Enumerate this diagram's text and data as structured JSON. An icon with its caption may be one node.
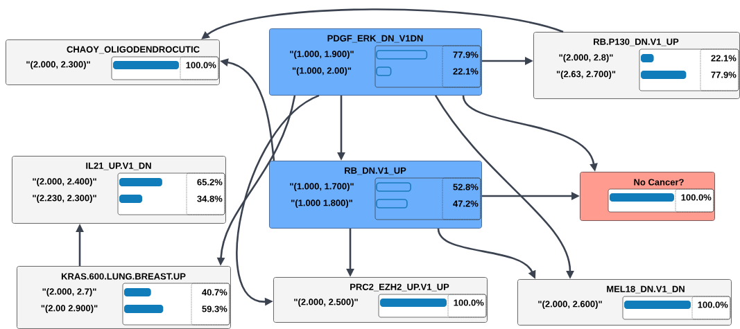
{
  "diagram": {
    "nodes": [
      {
        "text": [
          "CHAOY_OLIGODENDROCUTIC",
          "\"(2.000, 2.300)\"",
          "100.0%"
        ]
      },
      {
        "text": [
          "PDGF_ERK_DN_V1DN",
          "\"(1.000, 1.900)\"",
          "77.9%",
          "\"(1.000, 2.00)\"",
          "22.1%"
        ]
      },
      {
        "text": [
          "RB.P130_DN.V1_UP",
          "\"(2.000, 2.8)\"",
          "22.1%",
          "\"(2.63, 2.700)\"",
          "77.9%"
        ]
      },
      {
        "text": [
          "IL21_UP.V1_DN",
          "\"(2.000, 2.400)\"",
          "65.2%",
          "\"(2.230, 2.300)\"",
          "34.8%"
        ]
      },
      {
        "text": [
          "RB_DN.V1_UP",
          "\"(1.000, 1.700)\"",
          "52.8%",
          "\"(1.000 1.800)\"",
          "47.2%"
        ]
      },
      {
        "text": [
          "No Cancer?",
          "100.0%"
        ]
      },
      {
        "text": [
          "KRAS.600.LUNG.BREAST.UP",
          "\"(2.000, 2.7)\"",
          "40.7%",
          "\"(2.00 2.900)\"",
          "59.3%"
        ]
      },
      {
        "text": [
          "PRC2_EZH2_UP.V1_UP",
          "\"(2.000, 2.500)\"",
          "100.0%"
        ]
      },
      {
        "text": [
          "MEL18_DN.V1_DN",
          "\"(2.000, 2.600)\"",
          "100.0%"
        ]
      }
    ],
    "edges": [
      {
        "from": 2,
        "to": 0,
        "arrow": "to"
      },
      {
        "from": 1,
        "to": 2,
        "arrow": "to"
      },
      {
        "from": 1,
        "to": 4,
        "arrow": "to"
      },
      {
        "from": 4,
        "to": 0,
        "arrow": "to"
      },
      {
        "from": 1,
        "to": 6,
        "arrow": "to"
      },
      {
        "from": 1,
        "to": 7,
        "arrow": "to"
      },
      {
        "from": 1,
        "to": 5,
        "arrow": "to"
      },
      {
        "from": 1,
        "to": 8,
        "arrow": "to"
      },
      {
        "from": 4,
        "to": 5,
        "arrow": "to"
      },
      {
        "from": 4,
        "to": 7,
        "arrow": "to"
      },
      {
        "from": 4,
        "to": 8,
        "arrow": "to"
      },
      {
        "from": 6,
        "to": 3,
        "arrow": "to"
      }
    ]
  }
}
